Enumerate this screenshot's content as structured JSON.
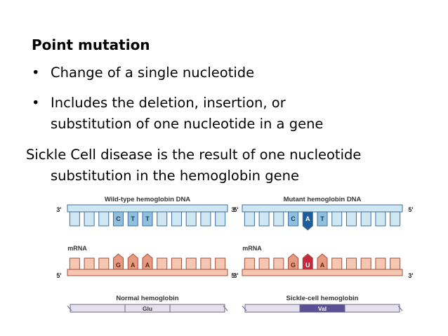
{
  "heading": "Point mutation",
  "bullets": [
    {
      "symbol": "•",
      "lines": [
        "Change of a single nucleotide"
      ]
    },
    {
      "symbol": "•",
      "lines": [
        "Includes the deletion, insertion, or",
        "substitution of one nucleotide in a gene"
      ]
    }
  ],
  "paragraph": [
    "Sickle Cell disease is the result of one nucleotide",
    "substitution in the hemoglobin gene"
  ],
  "diagram": {
    "left": {
      "dna_title": "Wild-type hemoglobin DNA",
      "dna_end_left": "3'",
      "dna_end_right": "5'",
      "dna_bases": [
        "C",
        "T",
        "T"
      ],
      "mrna_label": "mRNA",
      "mrna_end_left": "5'",
      "mrna_end_right": "3'",
      "mrna_bases": [
        "G",
        "A",
        "A"
      ],
      "protein_title": "Normal hemoglobin",
      "amino_acid": "Glu"
    },
    "right": {
      "dna_title": "Mutant hemoglobin DNA",
      "dna_end_left": "3'",
      "dna_end_right": "5'",
      "dna_bases": [
        "C",
        "A",
        "T"
      ],
      "mrna_label": "mRNA",
      "mrna_end_left": "5'",
      "mrna_end_right": "3'",
      "mrna_bases": [
        "G",
        "U",
        "A"
      ],
      "protein_title": "Sickle-cell hemoglobin",
      "amino_acid": "Val"
    },
    "colors": {
      "dna_fill": "#cfe6f3",
      "dna_stroke": "#3f6f9a",
      "codon_dna_fill": "#8fc0e0",
      "mutant_dna_fill": "#1f5c99",
      "mrna_fill": "#f5c6b2",
      "mrna_stroke": "#a0503a",
      "codon_mrna_fill": "#e89a80",
      "mutant_mrna_fill": "#c8283c",
      "protein_fill": "#e4e0ee",
      "protein_stroke": "#6f6a8a",
      "glu_fill": "#e4e0ee",
      "val_fill": "#5b4f96"
    }
  }
}
